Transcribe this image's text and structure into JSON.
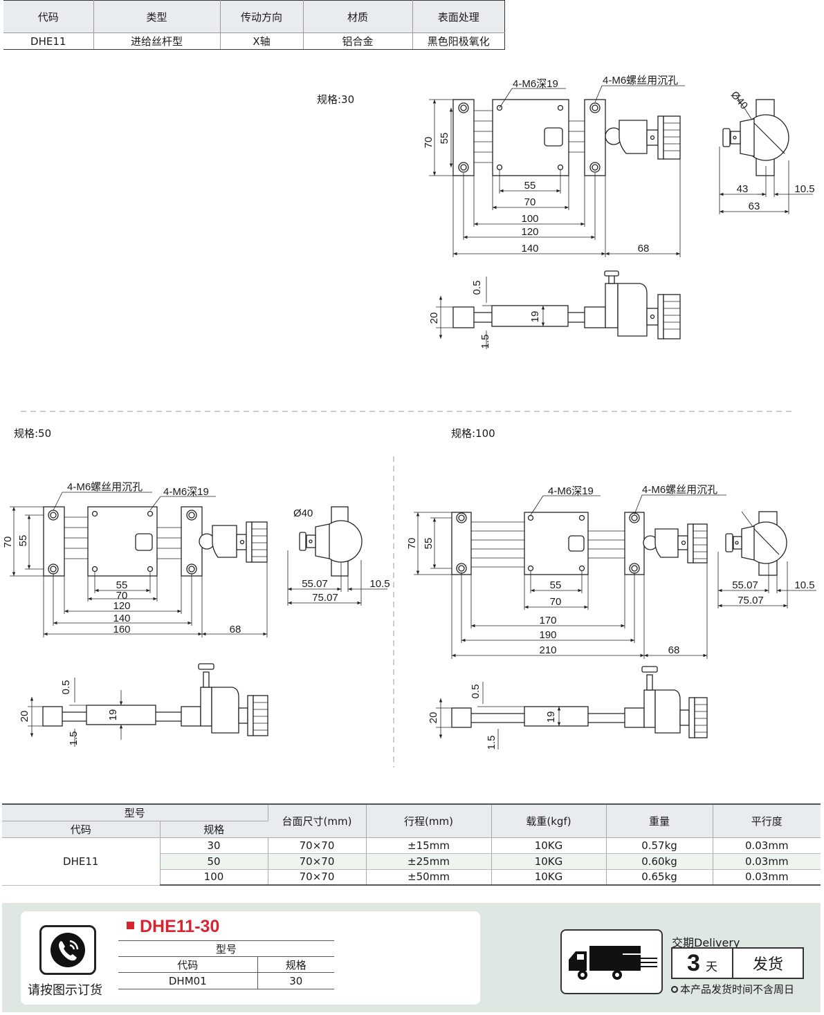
{
  "top_table": {
    "headers": [
      "代码",
      "类型",
      "传动方向",
      "材质",
      "表面处理"
    ],
    "row": [
      "DHE11",
      "进给丝杆型",
      "X轴",
      "铝合金",
      "黑色阳极氧化"
    ]
  },
  "drawings": {
    "spec30": {
      "label": "规格:30",
      "callout_tapped": "4-M6深19",
      "callout_counterbore": "4-M6螺丝用沉孔",
      "dims": {
        "h70": "70",
        "h55": "55",
        "w55": "55",
        "w70": "70",
        "w100": "100",
        "w120": "120",
        "w140": "140",
        "knob": "68",
        "dia": "Ø40",
        "s43": "43",
        "s105": "10.5",
        "s63": "63",
        "t05": "0.5",
        "t20": "20",
        "t19": "19",
        "t15": "1.5"
      }
    },
    "spec50": {
      "label": "规格:50",
      "callout_counterbore": "4-M6螺丝用沉孔",
      "callout_tapped": "4-M6深19",
      "dims": {
        "h70": "70",
        "h55": "55",
        "w55": "55",
        "w70": "70",
        "w120": "120",
        "w140": "140",
        "w160": "160",
        "knob": "68",
        "dia": "Ø40",
        "s5507": "55.07",
        "s105": "10.5",
        "s7507": "75.07",
        "t05": "0.5",
        "t20": "20",
        "t19": "19",
        "t15": "1.5"
      }
    },
    "spec100": {
      "label": "规格:100",
      "callout_tapped": "4-M6深19",
      "callout_counterbore": "4-M6螺丝用沉孔",
      "dims": {
        "h70": "70",
        "h55": "55",
        "w55": "55",
        "w70": "70",
        "w170": "170",
        "w190": "190",
        "w210": "210",
        "knob": "68",
        "s5507": "55.07",
        "s105": "10.5",
        "s7507": "75.07",
        "t05": "0.5",
        "t20": "20",
        "t19": "19",
        "t15": "1.5"
      }
    }
  },
  "spec_table": {
    "group_header": "型号",
    "code_header": "代码",
    "spec_header": "规格",
    "columns": [
      "台面尺寸(mm)",
      "行程(mm)",
      "载重(kgf)",
      "重量",
      "平行度"
    ],
    "code": "DHE11",
    "rows": [
      {
        "spec": "30",
        "size": "70×70",
        "stroke": "±15mm",
        "load": "10KG",
        "weight": "0.57kg",
        "parallel": "0.03mm"
      },
      {
        "spec": "50",
        "size": "70×70",
        "stroke": "±25mm",
        "load": "10KG",
        "weight": "0.60kg",
        "parallel": "0.03mm"
      },
      {
        "spec": "100",
        "size": "70×70",
        "stroke": "±50mm",
        "load": "10KG",
        "weight": "0.65kg",
        "parallel": "0.03mm"
      }
    ]
  },
  "order": {
    "caption": "请按图示订货",
    "title": "DHE11-30",
    "group_header": "型号",
    "code_header": "代码",
    "spec_header": "规格",
    "code": "DHM01",
    "spec": "30"
  },
  "delivery": {
    "label": "交期Delivery",
    "days": "3",
    "unit": "天",
    "ship": "发货",
    "note": "本产品发货时间不含周日"
  },
  "colors": {
    "accent_red": "#d9232f",
    "header_bg": "#e8ecef",
    "band_bg": "#dfe7e3",
    "row_highlight": "#eef4ee"
  },
  "icons": {
    "phone": "phone-icon",
    "truck": "truck-icon"
  }
}
